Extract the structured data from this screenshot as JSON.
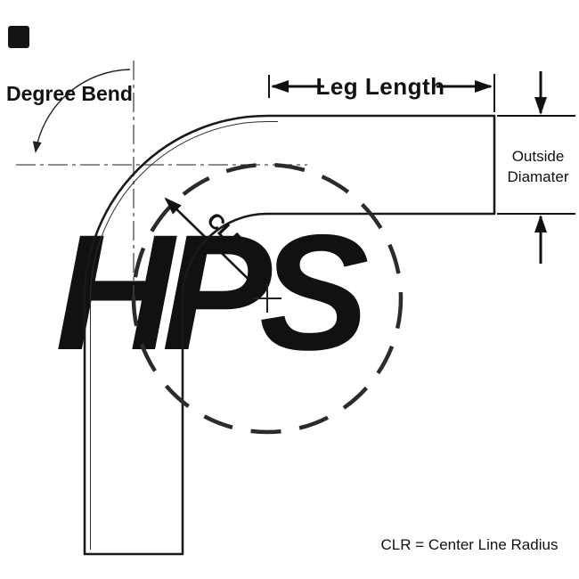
{
  "labels": {
    "degree_bend": "Degree Bend",
    "leg_length": "Leg Length",
    "outside_diameter_line1": "Outside",
    "outside_diameter_line2": "Diamater",
    "clr": "CLR",
    "clr_note": "CLR = Center Line Radius",
    "watermark": "HPS"
  },
  "colors": {
    "line": "#1a1a1a",
    "centerline": "#4a4a4a",
    "dashed_circle": "#2b2b2b",
    "watermark": "#d9d9d9",
    "background": "#ffffff"
  }
}
